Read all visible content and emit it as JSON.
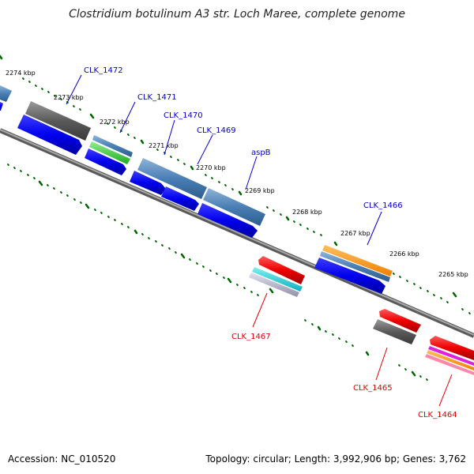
{
  "title": "Clostridium botulinum A3 str. Loch Maree, complete genome",
  "footer": {
    "accession": "Accession: NC_010520",
    "topology": "Topology: circular; Length: 3,992,906 bp; Genes: 3,762"
  },
  "kbp_labels": [
    "2274 kbp",
    "2273 kbp",
    "2272 kbp",
    "2271 kbp",
    "2270 kbp",
    "2269 kbp",
    "2268 kbp",
    "2267 kbp",
    "2266 kbp",
    "2265 kbp"
  ],
  "forward_genes": [
    "CLK_1472",
    "CLK_1471",
    "CLK_1470",
    "CLK_1469",
    "aspB",
    "CLK_1466"
  ],
  "reverse_genes": [
    "CLK_1467",
    "CLK_1465",
    "CLK_1464"
  ],
  "colors": {
    "forward_label": "#0000cc",
    "reverse_label": "#dd0000",
    "cds_forward": "#0000ff",
    "cds_reverse": "#ff0000",
    "tick": "#006600",
    "backbone": "#808080"
  }
}
